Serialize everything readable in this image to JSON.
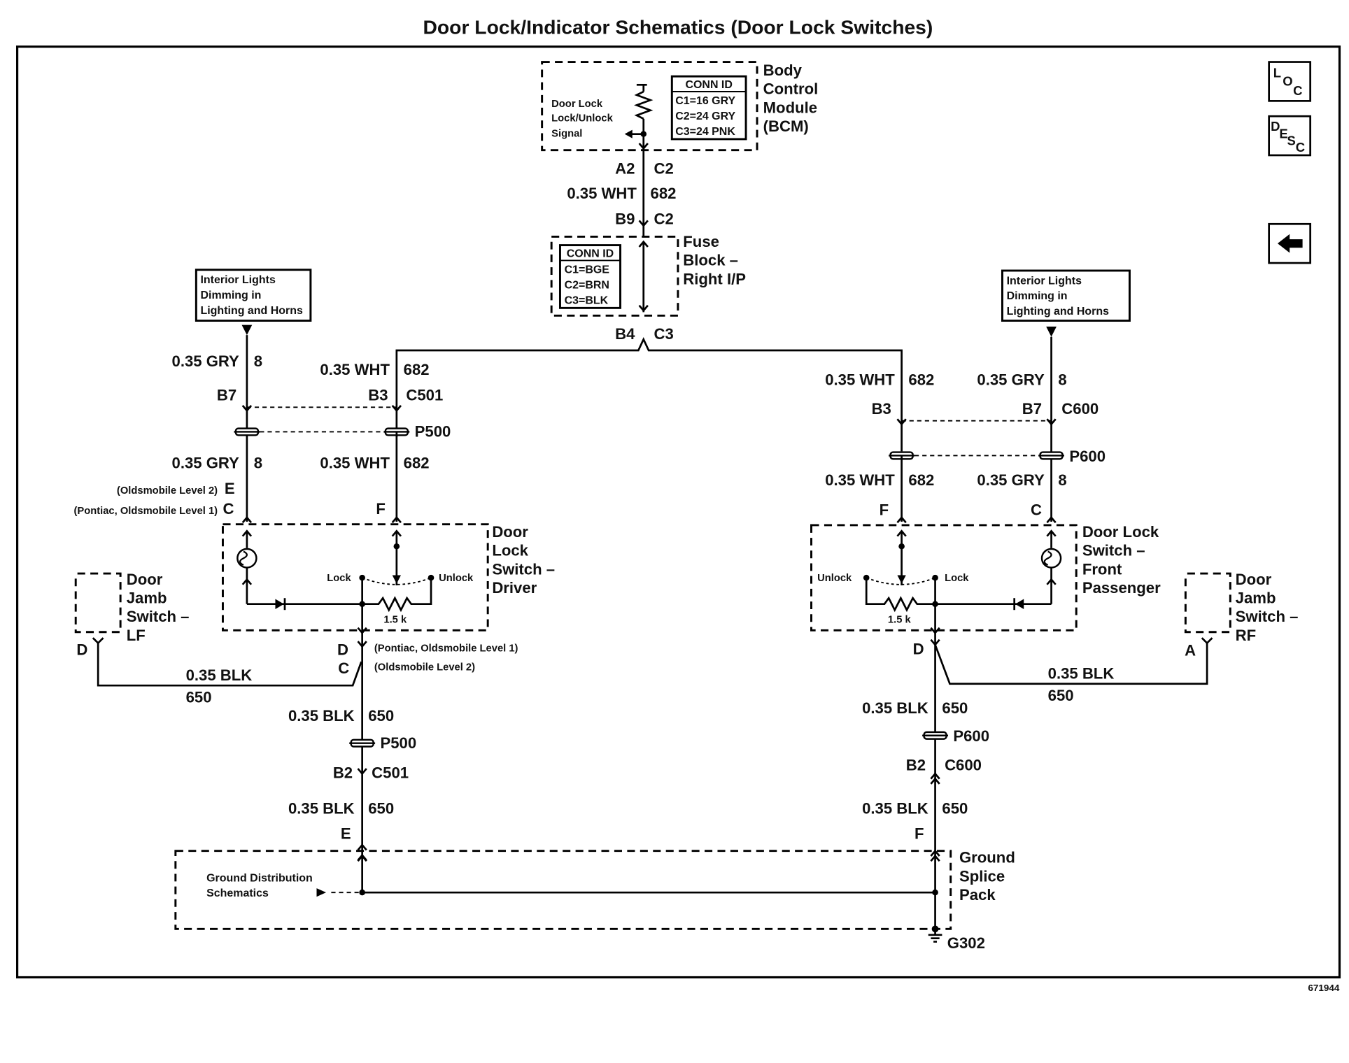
{
  "title": "Door Lock/Indicator Schematics (Door Lock Switches)",
  "figure_id": "671944",
  "nav": {
    "loc": [
      "L",
      "O",
      "C"
    ],
    "desc": [
      "D",
      "E",
      "S",
      "C"
    ],
    "back_icon": "arrow-left-icon"
  },
  "bcm": {
    "name_lines": [
      "Body",
      "Control",
      "Module",
      "(BCM)"
    ],
    "signal_lines": [
      "Door Lock",
      "Lock/Unlock",
      "Signal"
    ],
    "conn_id": {
      "title": "CONN ID",
      "rows": [
        "C1=16 GRY",
        "C2=24 GRY",
        "C3=24 PNK"
      ]
    }
  },
  "fuse_block": {
    "name_lines": [
      "Fuse",
      "Block –",
      "Right I/P"
    ],
    "conn_id": {
      "title": "CONN ID",
      "rows": [
        "C1=BGE",
        "C2=BRN",
        "C3=BLK"
      ]
    }
  },
  "pins": {
    "bcm_a2": "A2",
    "bcm_c2": "C2",
    "fuse_b9": "B9",
    "fuse_c2": "C2",
    "fuse_b4": "B4",
    "fuse_c3": "C3",
    "l_b7": "B7",
    "l_b3": "B3",
    "l_c501": "C501",
    "l_e": "E",
    "l_c": "C",
    "l_f": "F",
    "l_d": "D",
    "l_c_out": "C",
    "jamb_l_d": "D",
    "l_b2": "B2",
    "l_c501b": "C501",
    "l_e_gnd": "E",
    "r_b3": "B3",
    "r_b7": "B7",
    "r_c600": "C600",
    "r_f": "F",
    "r_c": "C",
    "r_d": "D",
    "jamb_r_a": "A",
    "r_b2": "B2",
    "r_c600b": "C600",
    "r_f_gnd": "F"
  },
  "wires": {
    "w682_bcm": {
      "gauge": "0.35 WHT",
      "circuit": "682"
    },
    "l_gry_top": {
      "gauge": "0.35 GRY",
      "circuit": "8"
    },
    "l_wht_top": {
      "gauge": "0.35 WHT",
      "circuit": "682"
    },
    "l_gry_bot": {
      "gauge": "0.35 GRY",
      "circuit": "8"
    },
    "l_wht_bot": {
      "gauge": "0.35 WHT",
      "circuit": "682"
    },
    "l_blk_jamb": {
      "gauge": "0.35 BLK",
      "circuit": "650"
    },
    "l_blk_1": {
      "gauge": "0.35 BLK",
      "circuit": "650"
    },
    "l_blk_2": {
      "gauge": "0.35 BLK",
      "circuit": "650"
    },
    "r_wht_top": {
      "gauge": "0.35 WHT",
      "circuit": "682"
    },
    "r_gry_top": {
      "gauge": "0.35 GRY",
      "circuit": "8"
    },
    "r_wht_bot": {
      "gauge": "0.35 WHT",
      "circuit": "682"
    },
    "r_gry_bot": {
      "gauge": "0.35 GRY",
      "circuit": "8"
    },
    "r_blk_jamb": {
      "gauge": "0.35 BLK",
      "circuit": "650"
    },
    "r_blk_1": {
      "gauge": "0.35 BLK",
      "circuit": "650"
    },
    "r_blk_2": {
      "gauge": "0.35 BLK",
      "circuit": "650"
    }
  },
  "splices": {
    "p500_top": "P500",
    "p500_bot": "P500",
    "p600_top": "P600",
    "p600_bot": "P600"
  },
  "interior_lights_left": [
    "Interior Lights",
    "Dimming in",
    "Lighting and Horns"
  ],
  "interior_lights_right": [
    "Interior Lights",
    "Dimming in",
    "Lighting and Horns"
  ],
  "options": {
    "oldsmobile_level_2": "(Oldsmobile Level 2)",
    "pontiac_oldsmobile_level_1": "(Pontiac, Oldsmobile Level 1)"
  },
  "driver_switch": {
    "name_lines": [
      "Door",
      "Lock",
      "Switch –",
      "Driver"
    ],
    "lock": "Lock",
    "unlock": "Unlock",
    "resistor": "1.5 k"
  },
  "passenger_switch": {
    "name_lines": [
      "Door Lock",
      "Switch –",
      "Front",
      "Passenger"
    ],
    "lock": "Lock",
    "unlock": "Unlock",
    "resistor": "1.5 k"
  },
  "jamb_lf": {
    "name_lines": [
      "Door",
      "Jamb",
      "Switch –",
      "LF"
    ]
  },
  "jamb_rf": {
    "name_lines": [
      "Door",
      "Jamb",
      "Switch –",
      "RF"
    ]
  },
  "ground_pack": {
    "name_lines": [
      "Ground",
      "Splice",
      "Pack"
    ],
    "ref_lines": [
      "Ground Distribution",
      "Schematics"
    ],
    "ground": "G302"
  }
}
